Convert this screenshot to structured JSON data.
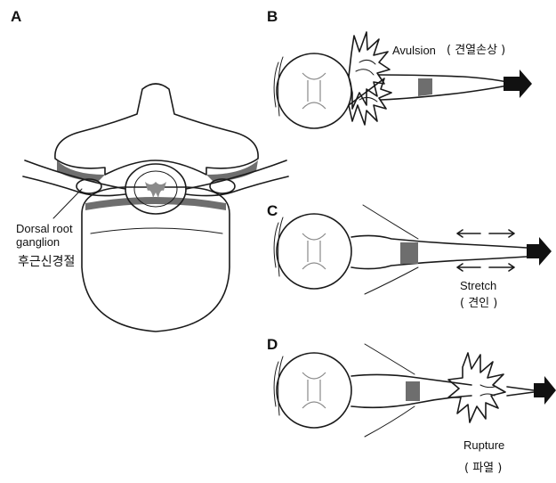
{
  "panels": {
    "a": {
      "letter": "A",
      "dorsal_root_label_line1": "Dorsal root",
      "dorsal_root_label_line2": "ganglion",
      "dorsal_root_label_kr": "후근신경절"
    },
    "b": {
      "letter": "B",
      "injury_label": "Avulsion",
      "injury_label_kr": "( 견열손상 )"
    },
    "c": {
      "letter": "C",
      "injury_label": "Stretch",
      "injury_label_kr": "( 견인 )"
    },
    "d": {
      "letter": "D",
      "injury_label": "Rupture",
      "injury_label_kr": "( 파열 )"
    }
  },
  "colors": {
    "ink": "#1a1a1a",
    "shade": "#6e6e6e",
    "bone": "#f4f4f4"
  }
}
